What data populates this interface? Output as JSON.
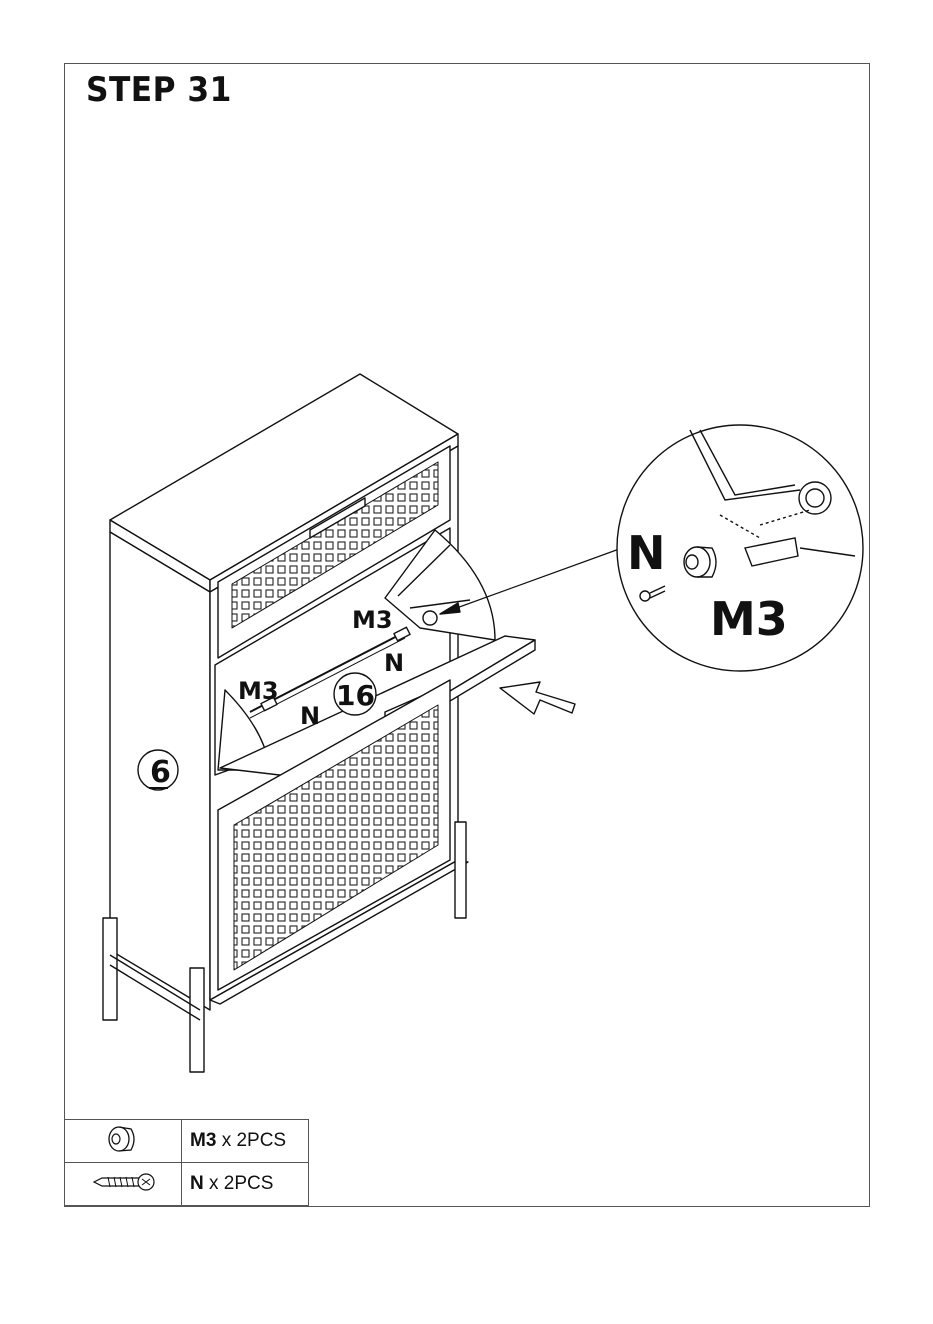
{
  "step": {
    "title": "STEP 31"
  },
  "labels": {
    "panel_number": "6",
    "door_number": "16",
    "m3_upper": "M3",
    "n_upper": "N",
    "m3_lower": "M3",
    "n_lower": "N",
    "detail_n": "N",
    "detail_m3": "M3"
  },
  "parts": [
    {
      "icon": "cam-lock-nut-icon",
      "code": "M3",
      "qty": "x 2PCS"
    },
    {
      "icon": "screw-icon",
      "code": "N",
      "qty": "x 2PCS"
    }
  ],
  "colors": {
    "line": "#111111",
    "frame": "#555555"
  }
}
